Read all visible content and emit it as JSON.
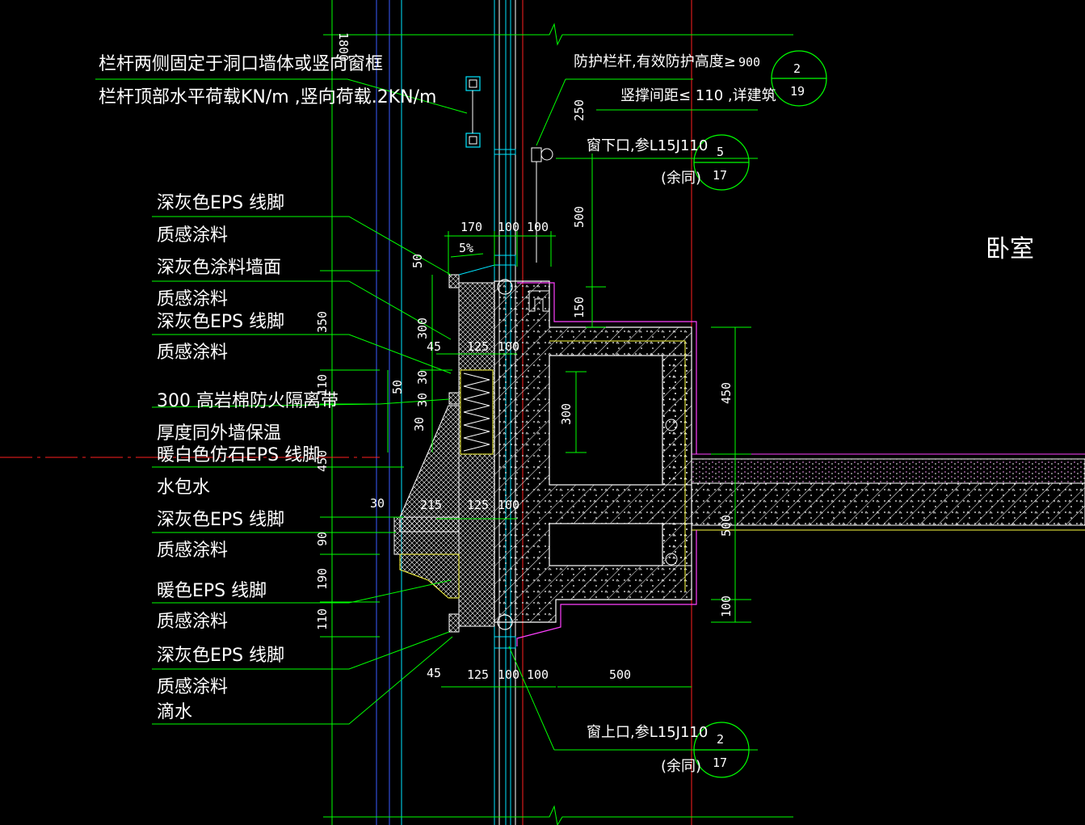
{
  "colors": {
    "background": "#000000",
    "leader": "#00ff00",
    "text": "#ffffff",
    "axis_red": "#ff2020",
    "grid_blue": "#3a5cff",
    "glass_cyan": "#00e5ff",
    "slab_yellow": "#ffff40",
    "finish_magenta": "#ff40ff"
  },
  "top_dim": "1800",
  "left_notes": {
    "railing_fix": "栏杆两侧固定于洞口墙体或竖向窗框",
    "railing_load": "栏杆顶部水平荷载KN/m      ,竖向荷载.2KN/m",
    "items": [
      "深灰色EPS  线脚",
      "质感涂料",
      "深灰色涂料墙面",
      "质感涂料",
      "深灰色EPS  线脚",
      "质感涂料",
      "300  高岩棉防火隔离带",
      "厚度同外墙保温",
      "暖白色仿石EPS  线脚",
      "水包水",
      "深灰色EPS  线脚",
      "质感涂料",
      "暖色EPS  线脚",
      "质感涂料",
      "深灰色EPS  线脚",
      "质感涂料",
      "滴水"
    ]
  },
  "right_notes": {
    "guardrail": "防护栏杆,有效防护高度≥",
    "guardrail_value": "900",
    "baluster": "竖撑间距≤   110   ,详建筑",
    "window_sill": "窗下口,参L15J110",
    "window_head": "窗上口,参L15J110",
    "same_rest": "(余同)",
    "room": "卧室"
  },
  "callouts": [
    {
      "top": "2",
      "bottom": "19"
    },
    {
      "top": "5",
      "bottom": "17"
    },
    {
      "top": "2",
      "bottom": "17"
    }
  ],
  "dims": {
    "d170": "170",
    "d100a": "100",
    "d100b": "100",
    "slope": "5%",
    "d250": "250",
    "d500v": "500",
    "d150": "150",
    "d50": "50",
    "d300a": "300",
    "d45a": "45",
    "d125a": "125",
    "d100c": "100",
    "d350": "350",
    "d30a": "30",
    "d110a": "110",
    "d30b": "30",
    "d50b": "50",
    "d30c": "30",
    "d300b": "300",
    "d450a": "450",
    "d30d": "30",
    "d215": "215",
    "d125b": "125",
    "d100d": "100",
    "d90": "90",
    "d190": "190",
    "d110b": "110",
    "d45b": "45",
    "d125c": "125",
    "d100e": "100",
    "d100f": "100",
    "d500h": "500",
    "d450b": "450",
    "d500r": "500",
    "d100g": "100"
  }
}
